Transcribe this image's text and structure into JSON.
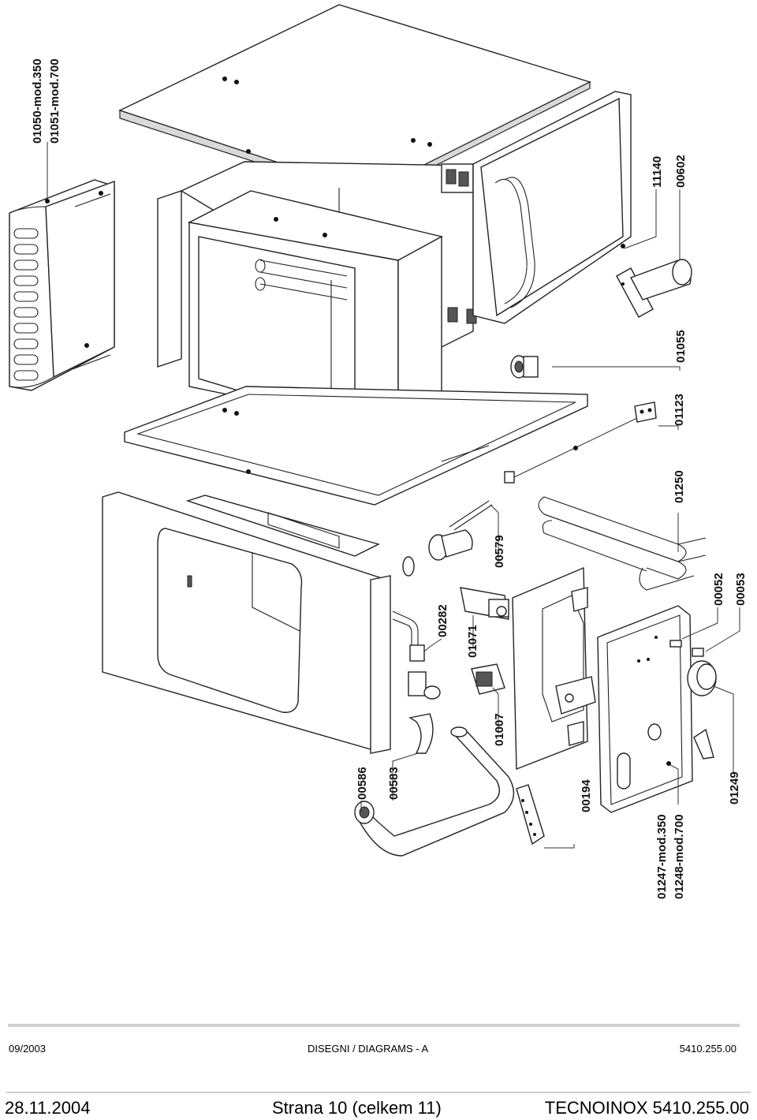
{
  "part_numbers": {
    "p01050": "01050-mod.350",
    "p01051": "01051-mod.700",
    "p11140": "11140",
    "p00602": "00602",
    "p01055": "01055",
    "p01123": "01123",
    "p01250": "01250",
    "p00052": "00052",
    "p00053": "00053",
    "p00579": "00579",
    "p00282": "00282",
    "p01071": "01071",
    "p01007": "01007",
    "p00194": "00194",
    "p01249": "01249",
    "p01247": "01247-mod.350",
    "p01248": "01248-mod.700",
    "p00586": "00586",
    "p00583": "00583"
  },
  "drawing_footer": {
    "date": "09/2003",
    "title": "DISEGNI / DIAGRAMS - A",
    "code": "5410.255.00"
  },
  "page_footer": {
    "date": "28.11.2004",
    "page": "Strana 10 (celkem 11)",
    "document": "TECNOINOX 5410.255.00"
  }
}
